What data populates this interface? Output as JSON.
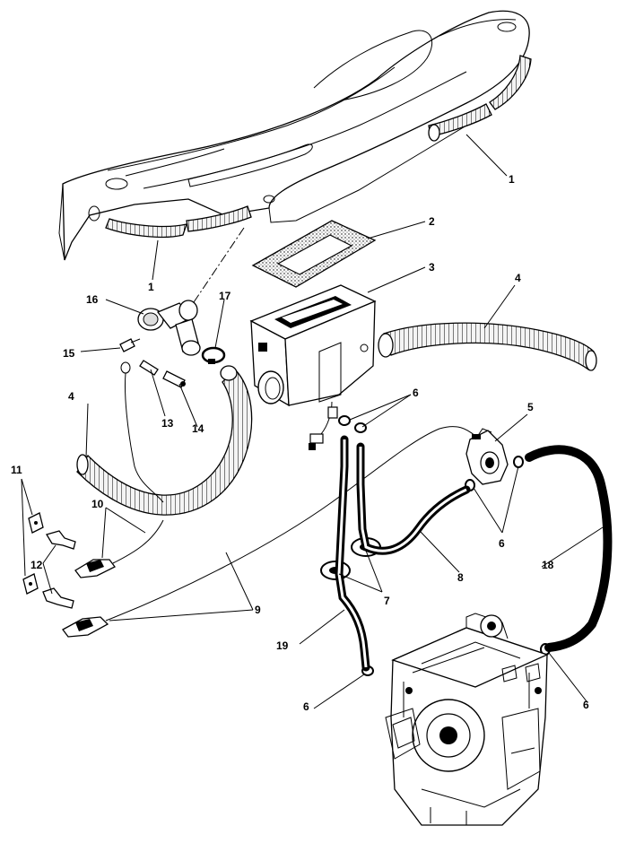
{
  "callouts": {
    "c1a": "1",
    "c1b": "1",
    "c2": "2",
    "c3": "3",
    "c4a": "4",
    "c4b": "4",
    "c5": "5",
    "c6a": "6",
    "c6b": "6",
    "c6c": "6",
    "c6d": "6",
    "c7": "7",
    "c8": "8",
    "c9": "9",
    "c10": "10",
    "c11": "11",
    "c12": "12",
    "c13": "13",
    "c14": "14",
    "c15": "15",
    "c16": "16",
    "c17": "17",
    "c18": "18",
    "c19": "19"
  },
  "colors": {
    "line": "#000000",
    "background": "#ffffff",
    "corrugated_fill": "#ececec"
  }
}
